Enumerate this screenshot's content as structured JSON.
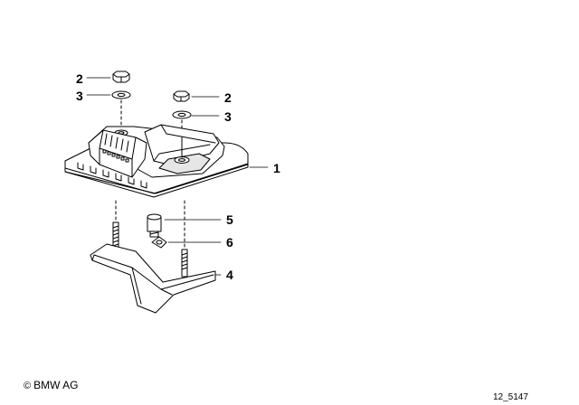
{
  "callouts": {
    "n1": "1",
    "n2a": "2",
    "n2b": "2",
    "n3a": "3",
    "n3b": "3",
    "n4": "4",
    "n5": "5",
    "n6": "6"
  },
  "footer": {
    "copyright_symbol": "©",
    "copyright_text": "BMW AG",
    "diagram_id": "12_5147"
  },
  "colors": {
    "line": "#000000",
    "background": "#ffffff",
    "shade": "#e6e6e6"
  }
}
